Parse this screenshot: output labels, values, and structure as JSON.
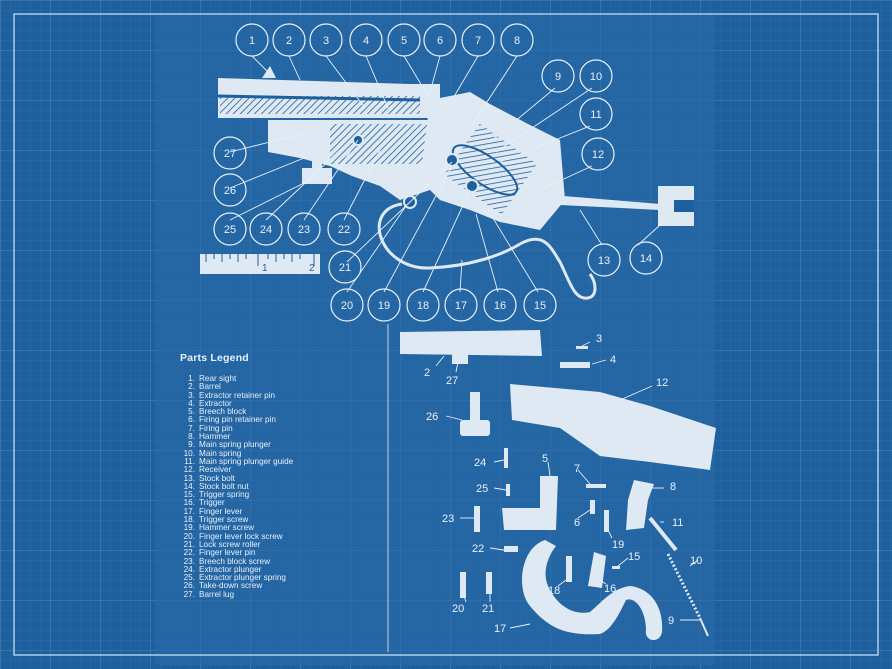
{
  "legend": {
    "title": "Parts Legend",
    "items": [
      {
        "num": "1.",
        "label": "Rear sight"
      },
      {
        "num": "2.",
        "label": "Barrel"
      },
      {
        "num": "3.",
        "label": "Extractor retainer pin"
      },
      {
        "num": "4.",
        "label": "Extractor"
      },
      {
        "num": "5.",
        "label": "Breech block"
      },
      {
        "num": "6.",
        "label": "Firing pin retainer pin"
      },
      {
        "num": "7.",
        "label": "Firing pin"
      },
      {
        "num": "8.",
        "label": "Hammer"
      },
      {
        "num": "9.",
        "label": "Main spring plunger"
      },
      {
        "num": "10.",
        "label": "Main spring"
      },
      {
        "num": "11.",
        "label": "Main spring plunger guide"
      },
      {
        "num": "12.",
        "label": "Receiver"
      },
      {
        "num": "13.",
        "label": "Stock bolt"
      },
      {
        "num": "14.",
        "label": "Stock bolt nut"
      },
      {
        "num": "15.",
        "label": "Trigger spring"
      },
      {
        "num": "16.",
        "label": "Trigger"
      },
      {
        "num": "17.",
        "label": "Finger lever"
      },
      {
        "num": "18.",
        "label": "Trigger screw"
      },
      {
        "num": "19.",
        "label": "Hammer screw"
      },
      {
        "num": "20.",
        "label": "Finger lever lock screw"
      },
      {
        "num": "21.",
        "label": "Lock screw roller"
      },
      {
        "num": "22.",
        "label": "Finger lever pin"
      },
      {
        "num": "23.",
        "label": "Breech block screw"
      },
      {
        "num": "24.",
        "label": "Extractor plunger"
      },
      {
        "num": "25.",
        "label": "Extractor plunger spring"
      },
      {
        "num": "26.",
        "label": "Take-down screw"
      },
      {
        "num": "27.",
        "label": "Barrel lug"
      }
    ]
  },
  "ruler": {
    "labels": [
      "1",
      "2"
    ]
  },
  "callouts_top": [
    "1",
    "2",
    "3",
    "4",
    "5",
    "6",
    "7",
    "8",
    "9",
    "10",
    "11",
    "12",
    "13",
    "14",
    "15",
    "16",
    "17",
    "18",
    "19",
    "20",
    "21",
    "22",
    "23",
    "24",
    "25",
    "26",
    "27"
  ],
  "exploded_labels": [
    "2",
    "27",
    "3",
    "4",
    "12",
    "26",
    "24",
    "5",
    "7",
    "8",
    "25",
    "23",
    "6",
    "11",
    "19",
    "22",
    "10",
    "15",
    "18",
    "16",
    "20",
    "21",
    "17",
    "9"
  ],
  "colors": {
    "background": "#1e5f9e",
    "ink": "#e8f1fb",
    "part_fill": "#dfe9f3"
  }
}
